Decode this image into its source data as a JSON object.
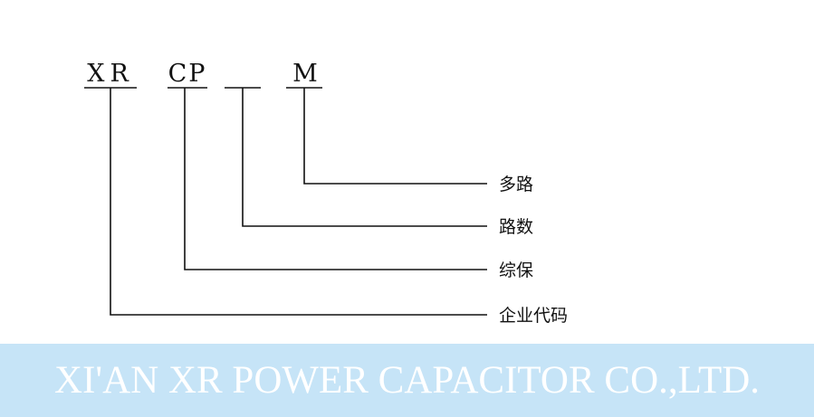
{
  "code": {
    "company_code": "XR",
    "product_code": "CP",
    "channels": "",
    "multi": "M"
  },
  "labels": {
    "multi": "多路",
    "channels": "路数",
    "integrated_protection": "综保",
    "company_code": "企业代码"
  },
  "footer": {
    "company_name": "XI'AN XR POWER CAPACITOR CO.,LTD.",
    "background_color": "#c6e4f7"
  }
}
